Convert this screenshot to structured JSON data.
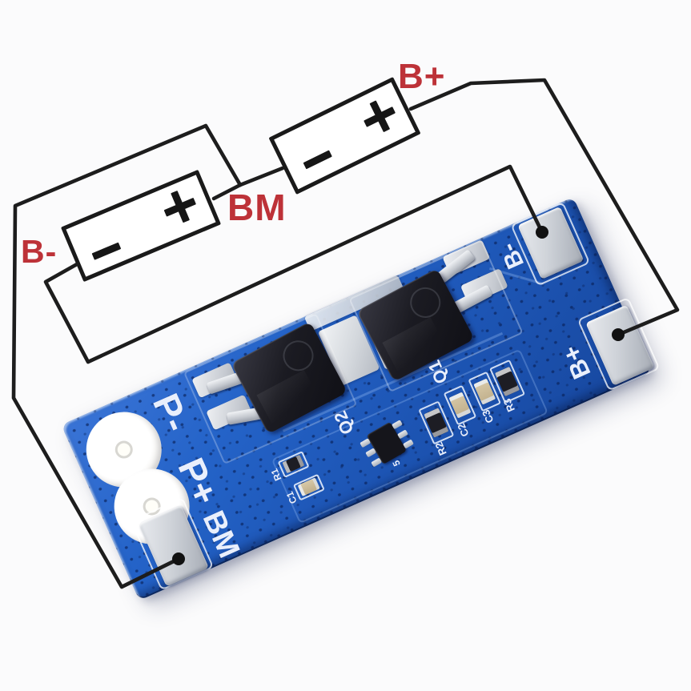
{
  "schematic": {
    "wire_color": "#1d1d1d",
    "label_color": "#bd3238",
    "labels": {
      "b_minus": "B-",
      "bm": "BM",
      "b_plus": "B+"
    },
    "cells": [
      {
        "id": "cell-1",
        "plus_symbol": "+",
        "minus_symbol": "-"
      },
      {
        "id": "cell-2",
        "plus_symbol": "+",
        "minus_symbol": "-"
      }
    ],
    "connections": [
      {
        "wire": "B-",
        "from": "cell-1 negative terminal",
        "to": "board pad B-"
      },
      {
        "wire": "BM",
        "from": "junction of cell-1 positive and cell-2 negative",
        "to": "board pad BM"
      },
      {
        "wire": "B+",
        "from": "cell-2 positive terminal",
        "to": "board pad B+"
      }
    ]
  },
  "board": {
    "colors": {
      "pcb_blue": "#2161c6",
      "silkscreen_white": "#e9effc",
      "pad_silver": "#d5d8dc",
      "mosfet_black": "#17171d",
      "wire_dot_black": "#111111"
    },
    "silkscreen": {
      "p_minus": "P-",
      "p_plus": "P+",
      "bm": "BM",
      "b_minus": "B-",
      "b_plus": "B+",
      "q1": "Q1",
      "q2": "Q2",
      "r1": "R1",
      "c1": "C1",
      "r2": "R2",
      "c2": "C2",
      "c3": "C3",
      "r3": "R3",
      "u_mark": "5"
    }
  }
}
